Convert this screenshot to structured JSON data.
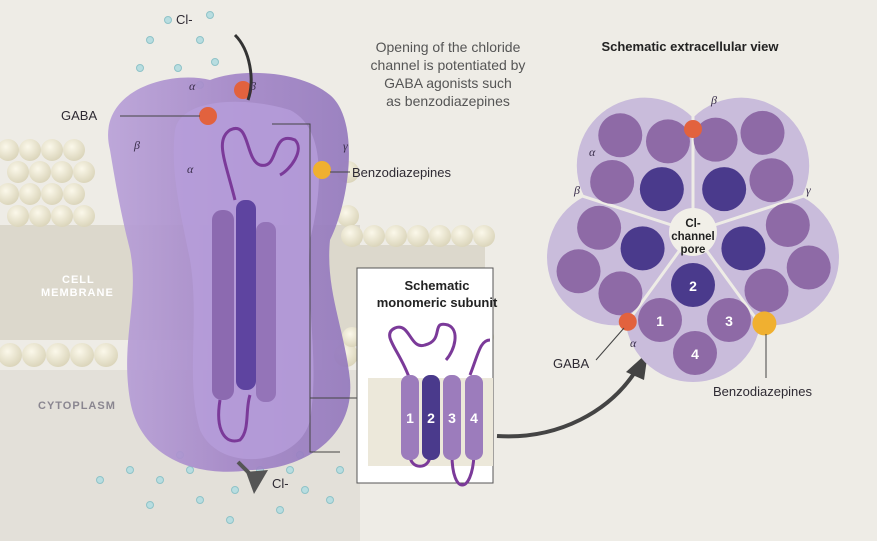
{
  "top_note": [
    "Opening of the chloride",
    "channel is potentiated by",
    "GABA agonists such",
    "as benzodiazepines"
  ],
  "left_figure": {
    "chloride_top": "Cl-",
    "chloride_bottom": "Cl-",
    "gaba": "GABA",
    "benzodiazepines": "Benzodiazepines",
    "cell_membrane": [
      "CELL",
      "MEMBRANE"
    ],
    "cytoplasm": "CYTOPLASM",
    "subunits": [
      "α",
      "β",
      "β",
      "α",
      "γ"
    ]
  },
  "inset": {
    "title": [
      "Schematic",
      "monomeric subunit"
    ],
    "helices": [
      "1",
      "2",
      "3",
      "4"
    ]
  },
  "extracellular_view": {
    "title": "Schematic extracellular view",
    "pore_label": [
      "Cl-",
      "channel",
      "pore"
    ],
    "subunits": [
      "α",
      "β",
      "α",
      "β",
      "γ"
    ],
    "helices": [
      "1",
      "2",
      "3",
      "4"
    ],
    "gaba": "GABA",
    "benzodiazepines": "Benzodiazepines"
  },
  "colors": {
    "background": "#eeece6",
    "subunit_light": "#c9bcdb",
    "helix": "#8e6aa6",
    "helix_dark": "#4a3a8c",
    "gaba_site": "#e2623e",
    "benzodiazepine_site": "#f0b030",
    "channel": "#a98ccc"
  }
}
